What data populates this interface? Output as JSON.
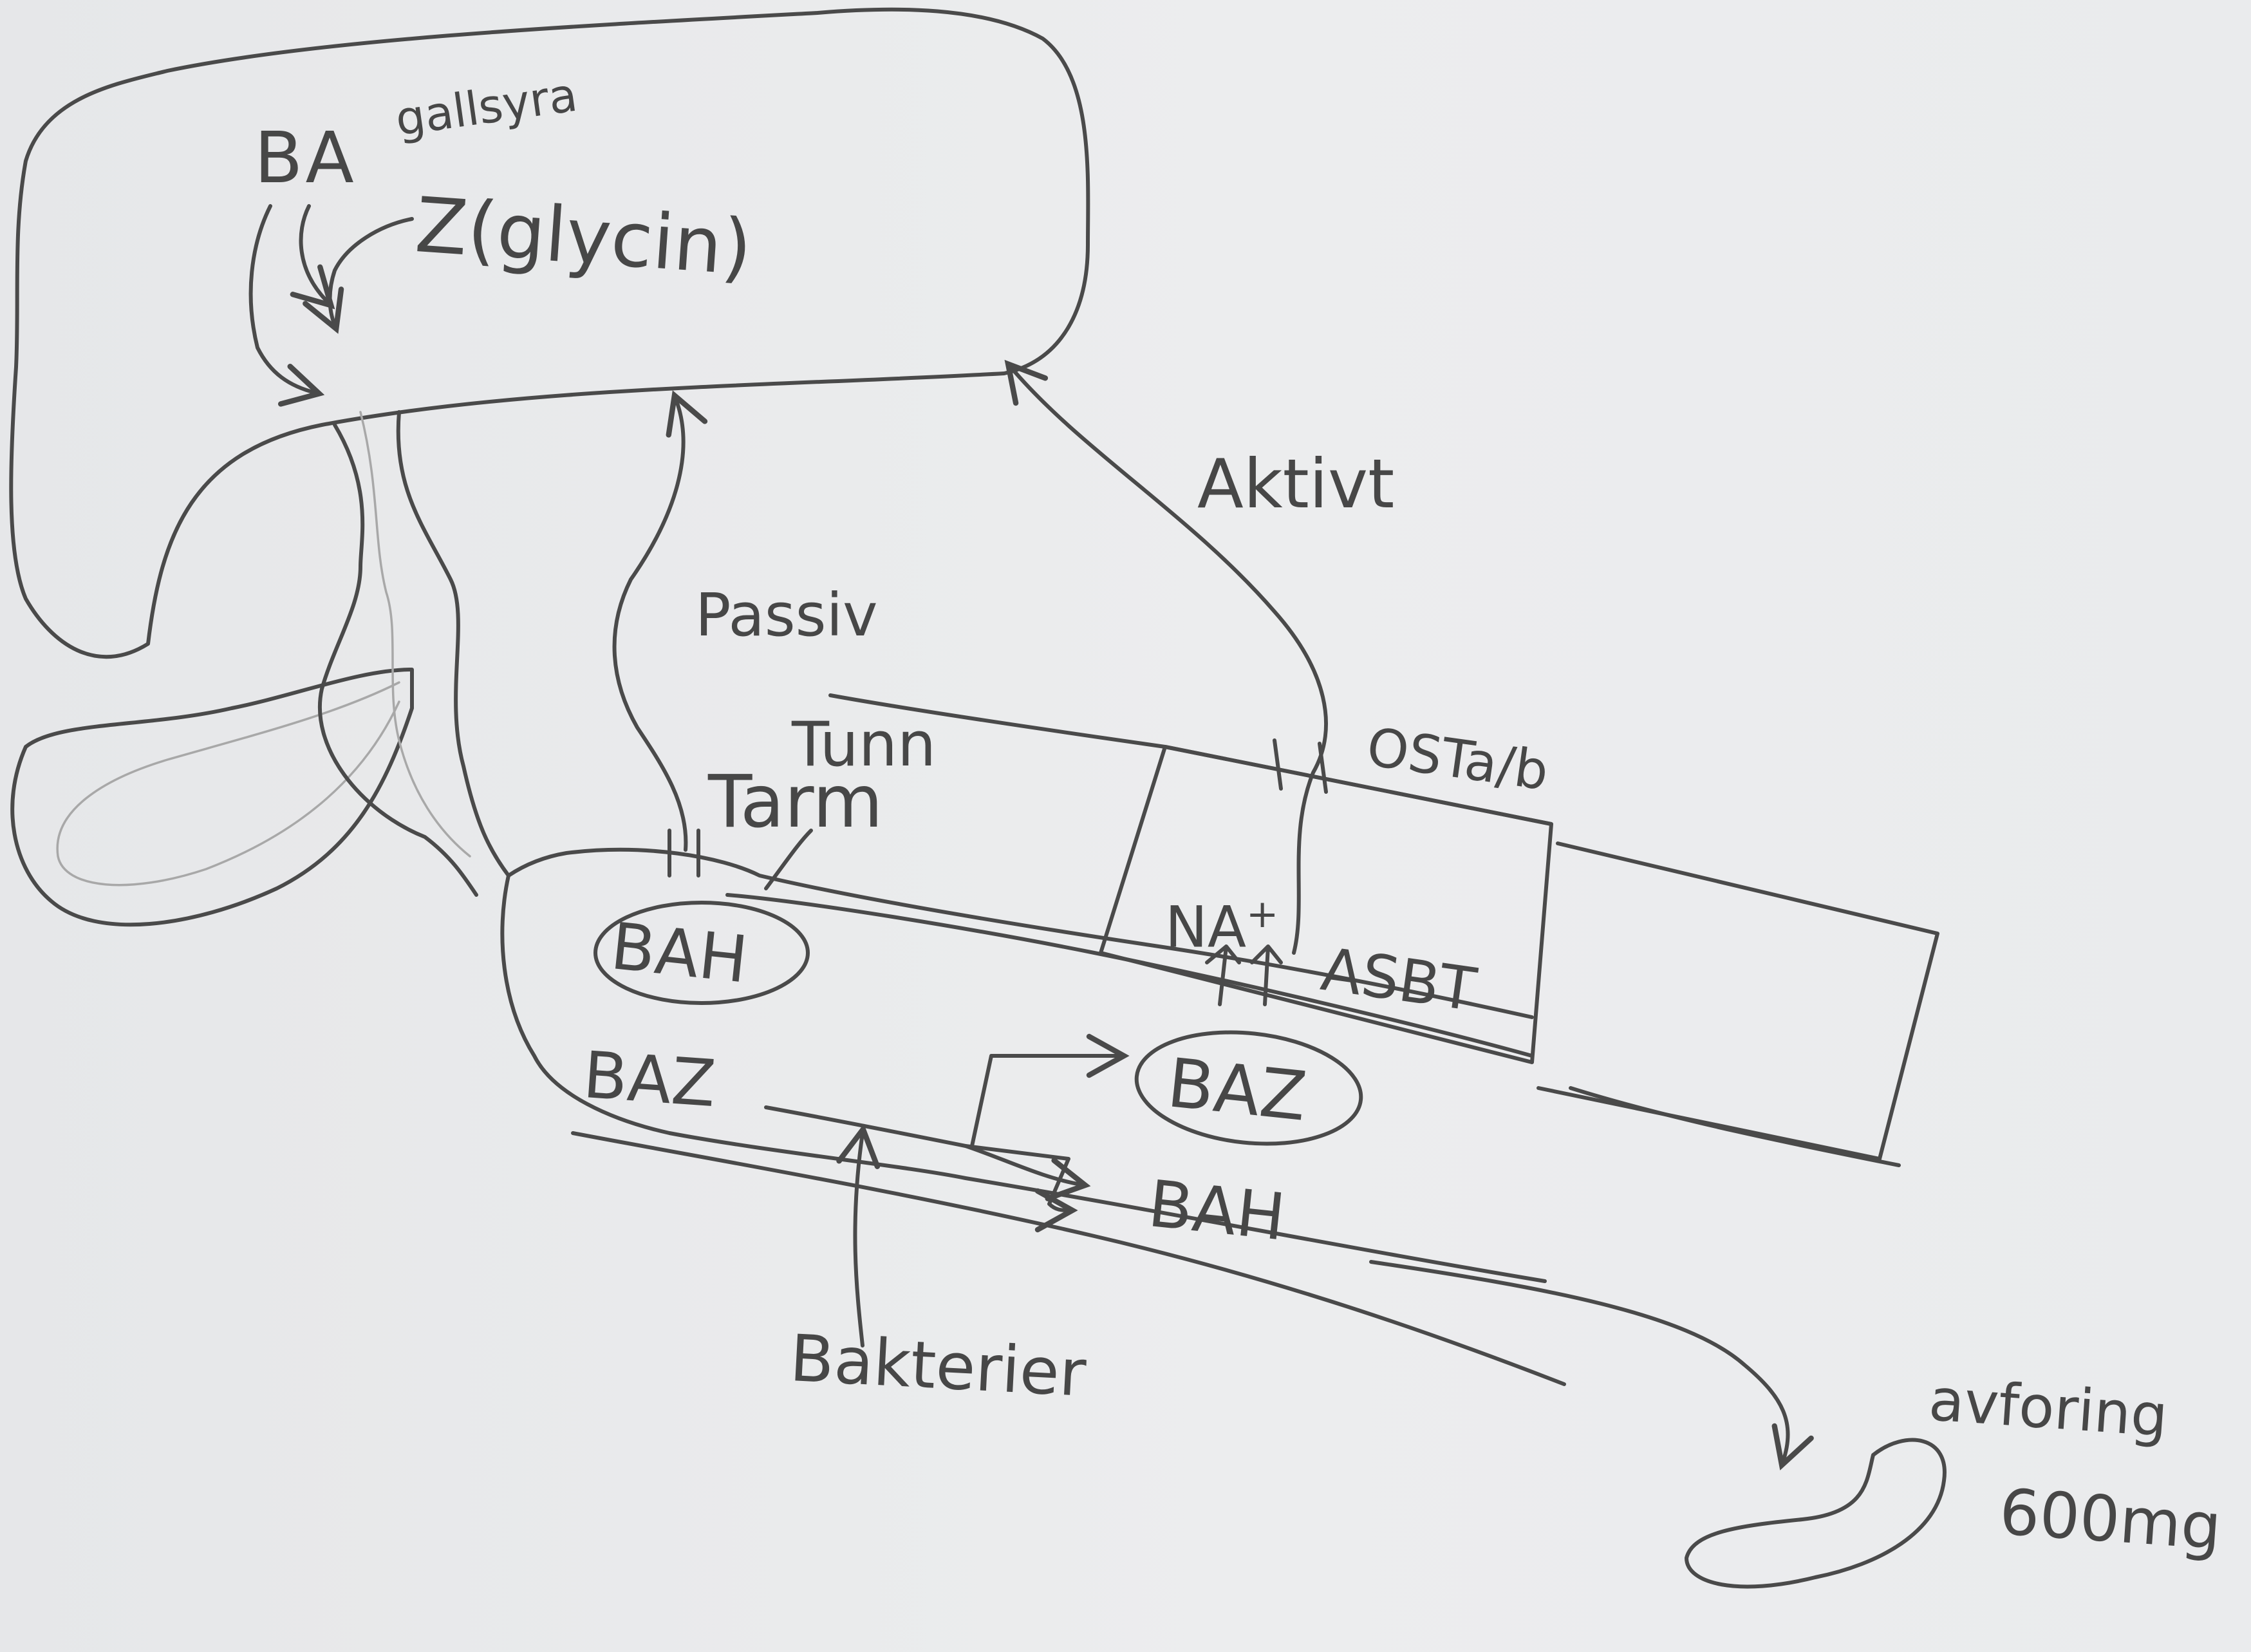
{
  "labels": {
    "ba": "BA",
    "gallsyra": "gallsyra",
    "z_glycin": "Z(glycin)",
    "aktivt": "Aktivt",
    "passiv": "Passiv",
    "tunn": "Tunn",
    "tarm": "Tarm",
    "ostab": "OSTa/b",
    "bah_upper": "BAH",
    "na_plus": "NA",
    "na_sup": "+",
    "asbt": "ASBT",
    "baz_left": "BAZ",
    "baz_right": "BAZ",
    "bah_lower": "BAH",
    "bakterier": "Bakterier",
    "avforing": "avforing",
    "amount": "600mg"
  },
  "colors": {
    "ink": "#4a4a4a",
    "paper": "#e9eaec",
    "pencil": "#a8a8a8"
  }
}
